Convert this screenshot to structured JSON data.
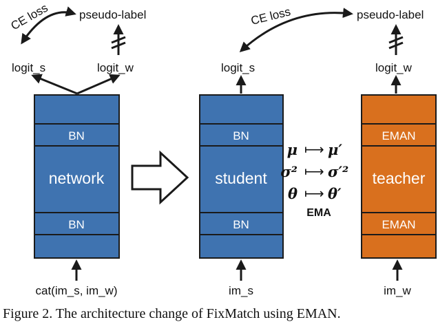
{
  "colors": {
    "blue": "#3F73B0",
    "orange": "#D9701E",
    "stroke": "#1a1a1a"
  },
  "left": {
    "top_labels": {
      "loss": "CE loss",
      "pseudo": "pseudo-label",
      "logit_s": "logit_s",
      "logit_w": "logit_w"
    },
    "block": {
      "bn_top": "BN",
      "main": "network",
      "bn_bottom": "BN"
    },
    "input": "cat(im_s, im_w)"
  },
  "right": {
    "top_labels": {
      "loss": "CE loss",
      "pseudo": "pseudo-label",
      "logit_s": "logit_s",
      "logit_w": "logit_w"
    },
    "student": {
      "bn_top": "BN",
      "main": "student",
      "bn_bottom": "BN",
      "input": "im_s"
    },
    "teacher": {
      "bn_top": "EMAN",
      "main": "teacher",
      "bn_bottom": "EMAN",
      "input": "im_w"
    }
  },
  "ema": {
    "rows": [
      {
        "from": "μ",
        "to": "μ′"
      },
      {
        "from": "σ²",
        "to": "σ′²"
      },
      {
        "from": "θ",
        "to": "θ′"
      }
    ],
    "map_symbol": "⟼",
    "label": "EMA"
  },
  "caption": "Figure 2. The architecture change of FixMatch using EMAN."
}
